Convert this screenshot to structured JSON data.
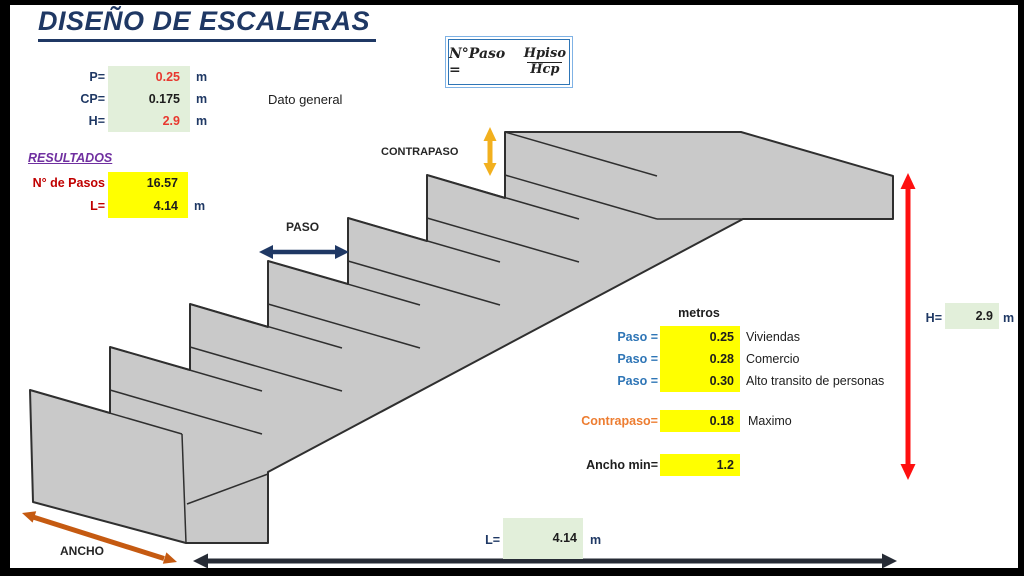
{
  "title": "DISEÑO DE ESCALERAS",
  "formula": {
    "lhs": "N°Paso =",
    "numerator": "Hpiso",
    "denominator": "Hcp"
  },
  "inputs": {
    "note": "Dato general",
    "rows": [
      {
        "label": "P=",
        "value": "0.25",
        "unit": "m"
      },
      {
        "label": "CP=",
        "value": "0.175",
        "unit": "m"
      },
      {
        "label": "H=",
        "value": "2.9",
        "unit": "m"
      }
    ]
  },
  "results": {
    "heading": "RESULTADOS",
    "rows": [
      {
        "label": "N° de Pasos",
        "value": "16.57",
        "unit": ""
      },
      {
        "label": "L=",
        "value": "4.14",
        "unit": "m"
      }
    ]
  },
  "diagram": {
    "contrapaso": "CONTRAPASO",
    "paso": "PASO",
    "ancho": "ANCHO"
  },
  "reference": {
    "header": "metros",
    "rows": [
      {
        "label": "Paso =",
        "value": "0.25",
        "desc": "Viviendas"
      },
      {
        "label": "Paso =",
        "value": "0.28",
        "desc": "Comercio"
      },
      {
        "label": "Paso =",
        "value": "0.30",
        "desc": "Alto transito de personas"
      }
    ],
    "contrapaso": {
      "label": "Contrapaso=",
      "value": "0.18",
      "desc": "Maximo"
    },
    "ancho_min": {
      "label": "Ancho min=",
      "value": "1.2"
    }
  },
  "dims": {
    "h": {
      "label": "H=",
      "value": "2.9",
      "unit": "m"
    },
    "l": {
      "label": "L=",
      "value": "4.14",
      "unit": "m"
    }
  },
  "colors": {
    "title_navy": "#1f3864",
    "green_cell": "#e2efda",
    "yellow_cell": "#ffff00",
    "red_value": "#e8382f",
    "dark_red_label": "#c00000",
    "purple_heading": "#7030a0",
    "blue_label": "#2e75b6",
    "orange_label": "#ed7d31",
    "stair_fill": "#c9c9c9",
    "stair_stroke": "#2f2f2f",
    "arrow_contrapaso": "#f2b01e",
    "arrow_paso": "#1f3864",
    "arrow_h": "#fe1010",
    "arrow_l": "#262b35",
    "arrow_ancho": "#c55a11"
  }
}
